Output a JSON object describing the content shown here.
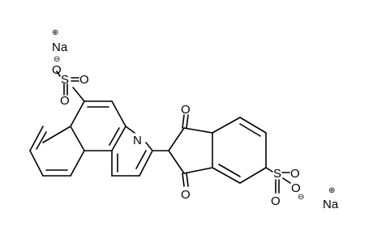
{
  "molecule": {
    "atoms": {
      "na1": "Na",
      "na1_charge": "⊕",
      "o_minus_1": "O",
      "o_minus_1_charge": "⊖",
      "s1": "S",
      "o1a": "O",
      "o1b": "O",
      "n_ring": "N",
      "o_keto_top": "O",
      "o_keto_bottom": "O",
      "s2": "S",
      "o2a": "O",
      "o2b": "O",
      "o_minus_2": "O",
      "o_minus_2_charge": "⊖",
      "na2": "Na",
      "na2_charge": "⊕"
    }
  }
}
